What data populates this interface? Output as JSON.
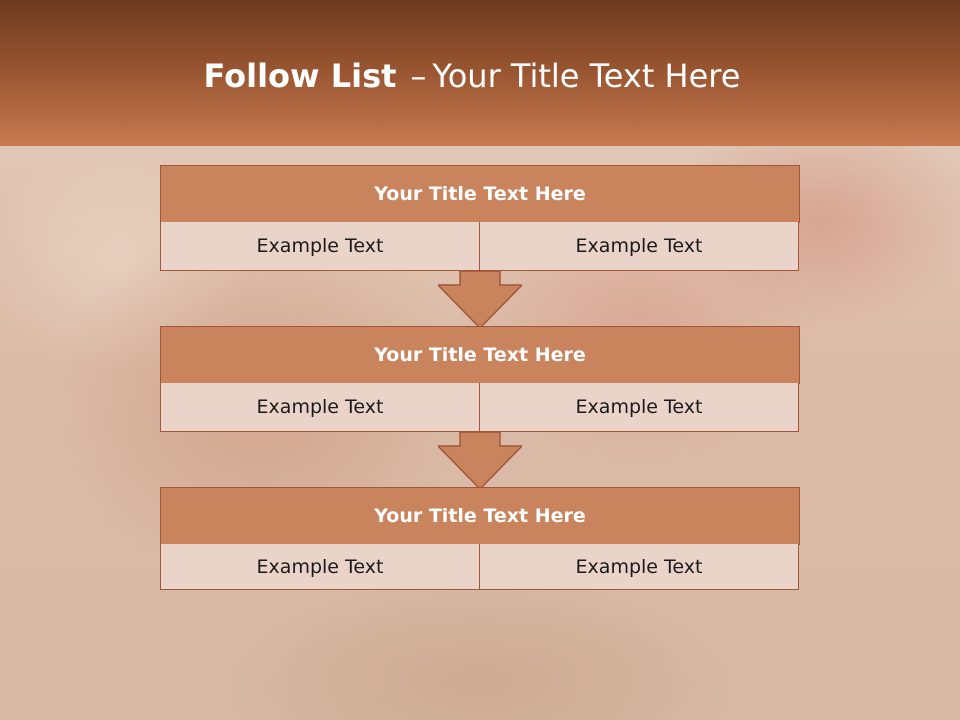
{
  "header": {
    "title_bold": "Follow List",
    "title_separator": "–",
    "title_rest": "Your Title Text Here"
  },
  "steps": [
    {
      "title": "Your Title Text Here",
      "left": "Example Text",
      "right": "Example Text"
    },
    {
      "title": "Your Title Text Here",
      "left": "Example Text",
      "right": "Example Text"
    },
    {
      "title": "Your Title Text Here",
      "left": "Example Text",
      "right": "Example Text"
    }
  ],
  "colors": {
    "header_dark": "#6e3a1f",
    "header_light": "#c67b51",
    "title_box": "#c9835d",
    "cell_box": "#ead3c8",
    "border": "#a0573a"
  },
  "icons": [
    "arrow-down-icon"
  ]
}
